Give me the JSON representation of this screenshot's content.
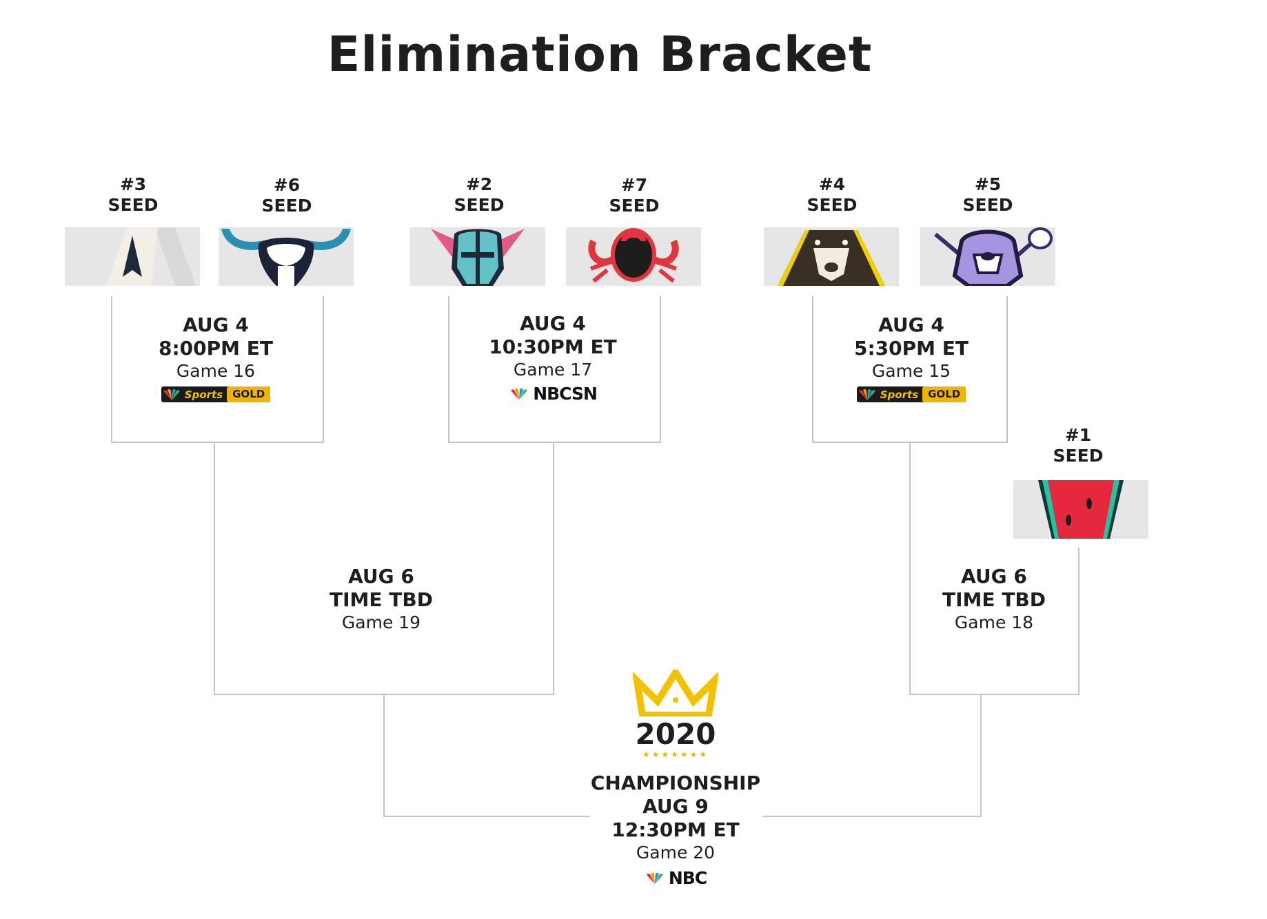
{
  "title": "Elimination Bracket",
  "seeds": {
    "s3": {
      "rank": "#3",
      "label": "SEED",
      "logo": "arrow-logo"
    },
    "s6": {
      "rank": "#6",
      "label": "SEED",
      "logo": "bull-skull-logo"
    },
    "s2": {
      "rank": "#2",
      "label": "SEED",
      "logo": "winged-helmet-logo"
    },
    "s7": {
      "rank": "#7",
      "label": "SEED",
      "logo": "scorpion-logo"
    },
    "s4": {
      "rank": "#4",
      "label": "SEED",
      "logo": "bear-logo"
    },
    "s5": {
      "rank": "#5",
      "label": "SEED",
      "logo": "bulldog-lacrosse-logo"
    },
    "s1": {
      "rank": "#1",
      "label": "SEED",
      "logo": "watermelon-logo"
    }
  },
  "games": {
    "g16": {
      "date": "AUG 4",
      "time": "8:00PM ET",
      "game": "Game 16",
      "network": {
        "sports": "Sports",
        "gold": "GOLD"
      }
    },
    "g17": {
      "date": "AUG 4",
      "time": "10:30PM ET",
      "game": "Game 17",
      "network": {
        "name": "NBCSN"
      }
    },
    "g15": {
      "date": "AUG 4",
      "time": "5:30PM ET",
      "game": "Game 15",
      "network": {
        "sports": "Sports",
        "gold": "GOLD"
      }
    },
    "g19": {
      "date": "AUG 6",
      "time": "TIME TBD",
      "game": "Game 19"
    },
    "g18": {
      "date": "AUG 6",
      "time": "TIME TBD",
      "game": "Game 18"
    }
  },
  "championship": {
    "year": "2020",
    "stars": "★★★★★★★",
    "label": "CHAMPIONSHIP",
    "date": "AUG 9",
    "time": "12:30PM ET",
    "game": "Game 20",
    "network": "NBC"
  },
  "colors": {
    "line": "#c4c4c4",
    "gold": "#f0b400",
    "crown": "#f2c200"
  }
}
